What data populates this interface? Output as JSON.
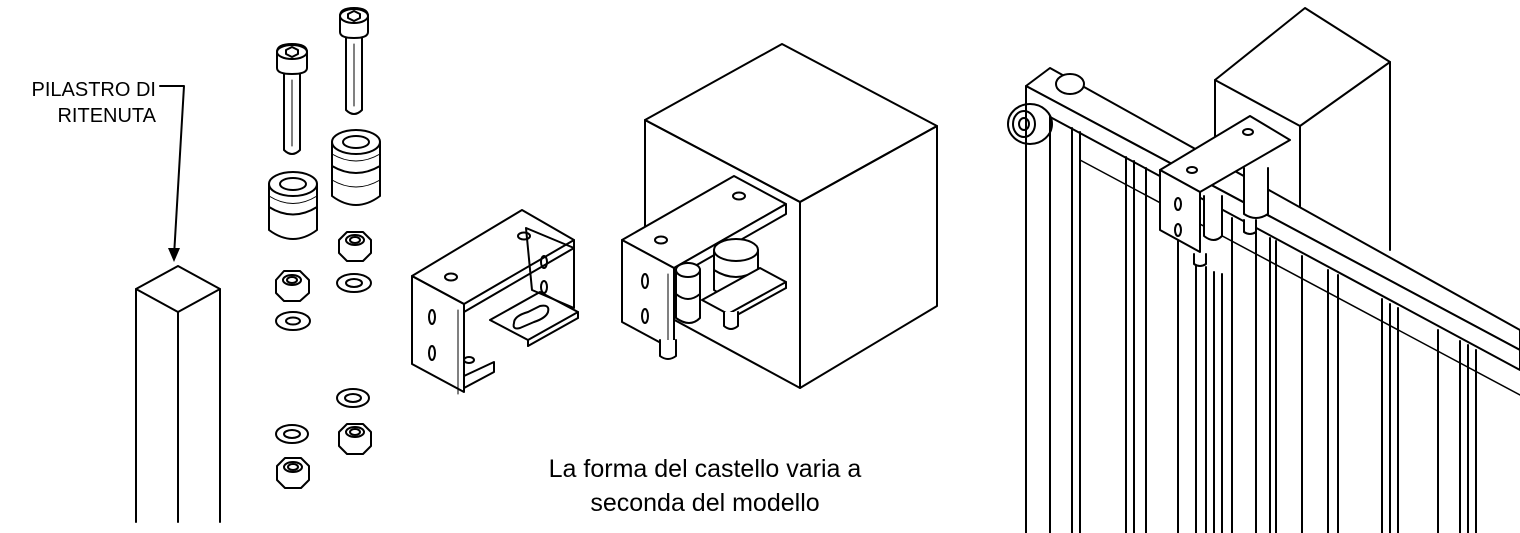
{
  "labels": {
    "pillar_line1": "PILASTRO DI",
    "pillar_line2": "RITENUTA",
    "caption_line1": "La forma del castello varia a",
    "caption_line2": "seconda del modello"
  }
}
